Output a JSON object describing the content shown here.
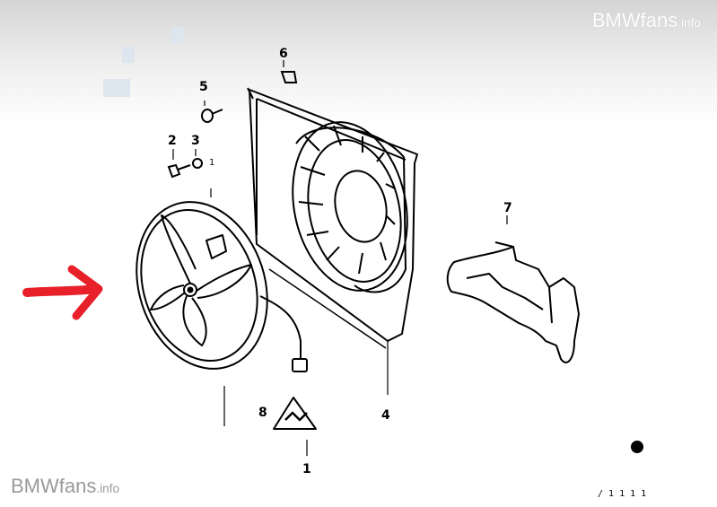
{
  "watermark": {
    "brand": "BMWfans",
    "domain": ".info"
  },
  "callouts": [
    {
      "id": "1",
      "label": "1"
    },
    {
      "id": "2",
      "label": "2"
    },
    {
      "id": "3",
      "label": "3"
    },
    {
      "id": "3b",
      "label": "1"
    },
    {
      "id": "4",
      "label": "4"
    },
    {
      "id": "5",
      "label": "5"
    },
    {
      "id": "6",
      "label": "6"
    },
    {
      "id": "7",
      "label": "7"
    },
    {
      "id": "8",
      "label": "8"
    }
  ],
  "footer_code": "/ 1 1 1 1",
  "colors": {
    "arrow": "#e8202a",
    "line": "#000000",
    "watermark": "#9a9a9a"
  }
}
